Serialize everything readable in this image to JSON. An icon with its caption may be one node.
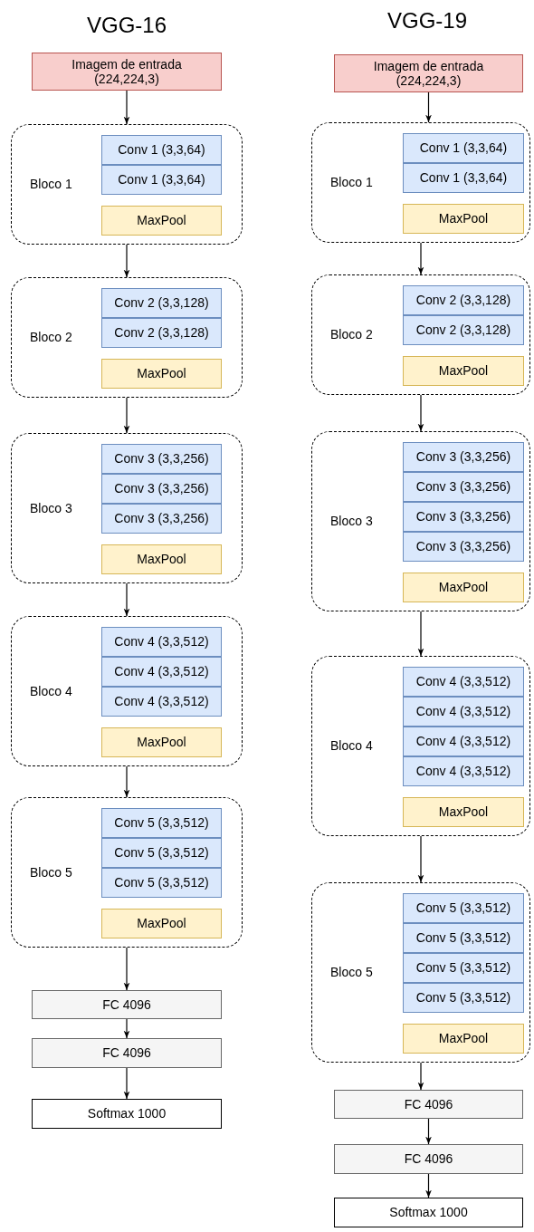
{
  "diagram": {
    "nodes": [
      {
        "text": [
          "Imagem de entrada (224,224,3)"
        ]
      },
      {
        "text": [
          "Bloco 1"
        ]
      },
      {
        "text": [
          "Conv 1 (3,3,64)"
        ],
        "in": 1
      },
      {
        "text": [
          "Conv 1 (3,3,64)"
        ],
        "in": 1
      },
      {
        "text": [
          "MaxPool"
        ],
        "in": 1
      },
      {
        "text": [
          "Bloco 2"
        ]
      },
      {
        "text": [
          "Conv 2 (3,3,128)"
        ],
        "in": 5
      },
      {
        "text": [
          "Conv 2 (3,3,128)"
        ],
        "in": 5
      },
      {
        "text": [
          "MaxPool"
        ],
        "in": 5
      },
      {
        "text": [
          "Bloco 3"
        ]
      },
      {
        "text": [
          "Conv 3 (3,3,256)"
        ],
        "in": 9
      },
      {
        "text": [
          "Conv 3 (3,3,256)"
        ],
        "in": 9
      },
      {
        "text": [
          "Conv 3 (3,3,256)"
        ],
        "in": 9
      },
      {
        "text": [
          "MaxPool"
        ],
        "in": 9
      },
      {
        "text": [
          "Bloco 4"
        ]
      },
      {
        "text": [
          "Conv 4 (3,3,512)"
        ],
        "in": 14
      },
      {
        "text": [
          "Conv 4 (3,3,512)"
        ],
        "in": 14
      },
      {
        "text": [
          "Conv 4 (3,3,512)"
        ],
        "in": 14
      },
      {
        "text": [
          "MaxPool"
        ],
        "in": 14
      },
      {
        "text": [
          "Bloco 5"
        ]
      },
      {
        "text": [
          "Conv 5 (3,3,512)"
        ],
        "in": 19
      },
      {
        "text": [
          "Conv 5 (3,3,512)"
        ],
        "in": 19
      },
      {
        "text": [
          "Conv 5 (3,3,512)"
        ],
        "in": 19
      },
      {
        "text": [
          "MaxPool"
        ],
        "in": 19
      },
      {
        "text": [
          "FC 4096"
        ]
      },
      {
        "text": [
          "FC 4096"
        ]
      },
      {
        "text": [
          "Softmax 1000"
        ]
      },
      {
        "text": [
          "Imagem de entrada (224,224,3)"
        ]
      },
      {
        "text": [
          "Bloco 1"
        ]
      },
      {
        "text": [
          "Conv 1 (3,3,64)"
        ],
        "in": 28
      },
      {
        "text": [
          "Conv 1 (3,3,64)"
        ],
        "in": 28
      },
      {
        "text": [
          "MaxPool"
        ],
        "in": 28
      },
      {
        "text": [
          "Bloco 2"
        ]
      },
      {
        "text": [
          "Conv 2 (3,3,128)"
        ],
        "in": 32
      },
      {
        "text": [
          "Conv 2 (3,3,128)"
        ],
        "in": 32
      },
      {
        "text": [
          "MaxPool"
        ],
        "in": 32
      },
      {
        "text": [
          "Bloco 3"
        ]
      },
      {
        "text": [
          "Conv 3 (3,3,256)"
        ],
        "in": 36
      },
      {
        "text": [
          "Conv 3 (3,3,256)"
        ],
        "in": 36
      },
      {
        "text": [
          "Conv 3 (3,3,256)"
        ],
        "in": 36
      },
      {
        "text": [
          "Conv 3 (3,3,256)"
        ],
        "in": 36
      },
      {
        "text": [
          "MaxPool"
        ],
        "in": 36
      },
      {
        "text": [
          "Bloco 4"
        ]
      },
      {
        "text": [
          "Conv 4 (3,3,512)"
        ],
        "in": 42
      },
      {
        "text": [
          "Conv 4 (3,3,512)"
        ],
        "in": 42
      },
      {
        "text": [
          "Conv 4 (3,3,512)"
        ],
        "in": 42
      },
      {
        "text": [
          "Conv 4 (3,3,512)"
        ],
        "in": 42
      },
      {
        "text": [
          "MaxPool"
        ],
        "in": 42
      },
      {
        "text": [
          "Bloco 5"
        ]
      },
      {
        "text": [
          "Conv 5 (3,3,512)"
        ],
        "in": 48
      },
      {
        "text": [
          "Conv 5 (3,3,512)"
        ],
        "in": 48
      },
      {
        "text": [
          "Conv 5 (3,3,512)"
        ],
        "in": 48
      },
      {
        "text": [
          "Conv 5 (3,3,512)"
        ],
        "in": 48
      },
      {
        "text": [
          "MaxPool"
        ],
        "in": 48
      },
      {
        "text": [
          "FC 4096"
        ]
      },
      {
        "text": [
          "FC 4096"
        ]
      },
      {
        "text": [
          "Softmax 1000"
        ]
      }
    ],
    "edges": [
      {
        "from": 0,
        "to": 1,
        "arrow": "to"
      },
      {
        "from": 1,
        "to": 5,
        "arrow": "to"
      },
      {
        "from": 5,
        "to": 9,
        "arrow": "to"
      },
      {
        "from": 9,
        "to": 14,
        "arrow": "to"
      },
      {
        "from": 14,
        "to": 19,
        "arrow": "to"
      },
      {
        "from": 19,
        "to": 24,
        "arrow": "to"
      },
      {
        "from": 24,
        "to": 25,
        "arrow": "to"
      },
      {
        "from": 25,
        "to": 26,
        "arrow": "to"
      },
      {
        "from": 27,
        "to": 28,
        "arrow": "to"
      },
      {
        "from": 28,
        "to": 32,
        "arrow": "to"
      },
      {
        "from": 32,
        "to": 36,
        "arrow": "to"
      },
      {
        "from": 36,
        "to": 42,
        "arrow": "to"
      },
      {
        "from": 42,
        "to": 48,
        "arrow": "to"
      },
      {
        "from": 48,
        "to": 54,
        "arrow": "to"
      },
      {
        "from": 54,
        "to": 55,
        "arrow": "to"
      },
      {
        "from": 55,
        "to": 56,
        "arrow": "to"
      }
    ],
    "labels": [
      "VGG-16",
      "VGG-19"
    ]
  }
}
